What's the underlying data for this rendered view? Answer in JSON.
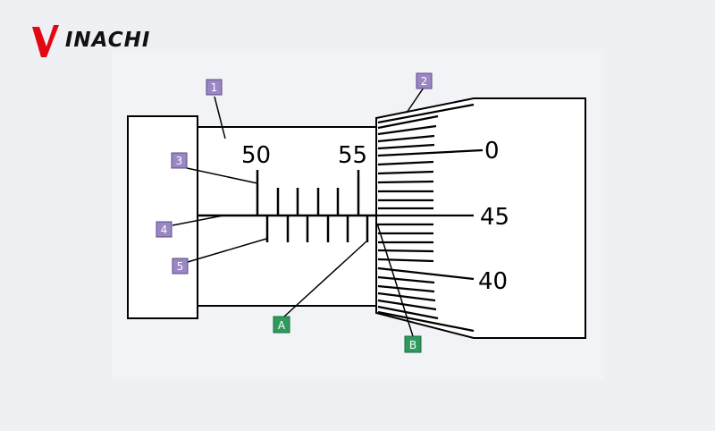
{
  "brand": {
    "logo_text": "VINACHI",
    "accent_color": "#e30613"
  },
  "sleeve_labels": {
    "fifty": "50",
    "fifty_five": "55"
  },
  "thimble_labels": {
    "zero": "0",
    "forty_five": "45",
    "forty": "40"
  },
  "callouts": {
    "one": "1",
    "two": "2",
    "three": "3",
    "four": "4",
    "five": "5",
    "a": "A",
    "b": "B"
  },
  "callout_colors": {
    "numbered": "#9b86c4",
    "lettered": "#2f9a5e"
  }
}
